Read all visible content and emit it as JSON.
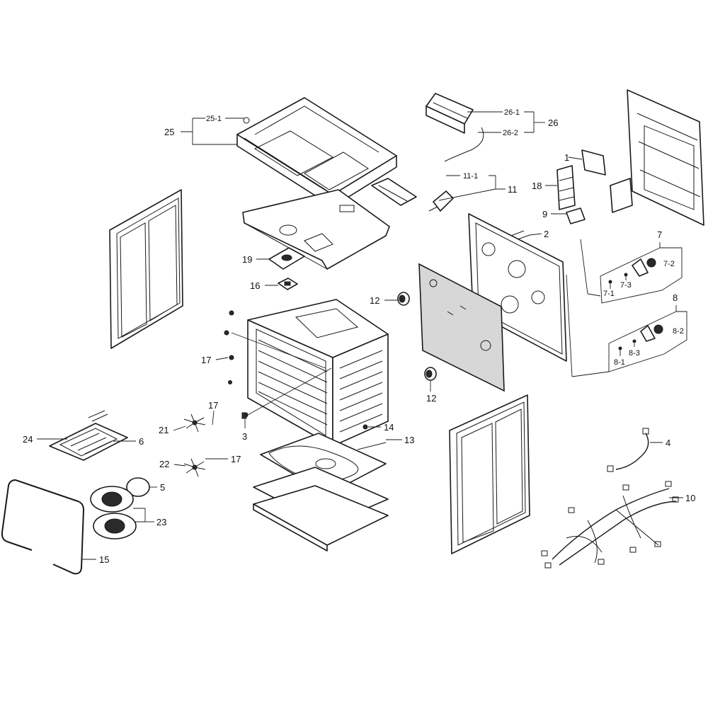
{
  "labels": {
    "l1": "1",
    "l2": "2",
    "l3": "3",
    "l4": "4",
    "l5": "5",
    "l6": "6",
    "l7": "7",
    "l7_1": "7-1",
    "l7_2": "7-2",
    "l7_3": "7-3",
    "l8": "8",
    "l8_1": "8-1",
    "l8_2": "8-2",
    "l8_3": "8-3",
    "l9": "9",
    "l10": "10",
    "l11": "11",
    "l11_1": "11-1",
    "l12a": "12",
    "l12b": "12",
    "l13": "13",
    "l14": "14",
    "l15": "15",
    "l16": "16",
    "l17a": "17",
    "l17b": "17",
    "l17c": "17",
    "l18": "18",
    "l19": "19",
    "l21": "21",
    "l22": "22",
    "l23": "23",
    "l24": "24",
    "l25": "25",
    "l25_1": "25-1",
    "l26": "26",
    "l26_1": "26-1",
    "l26_2": "26-2"
  }
}
